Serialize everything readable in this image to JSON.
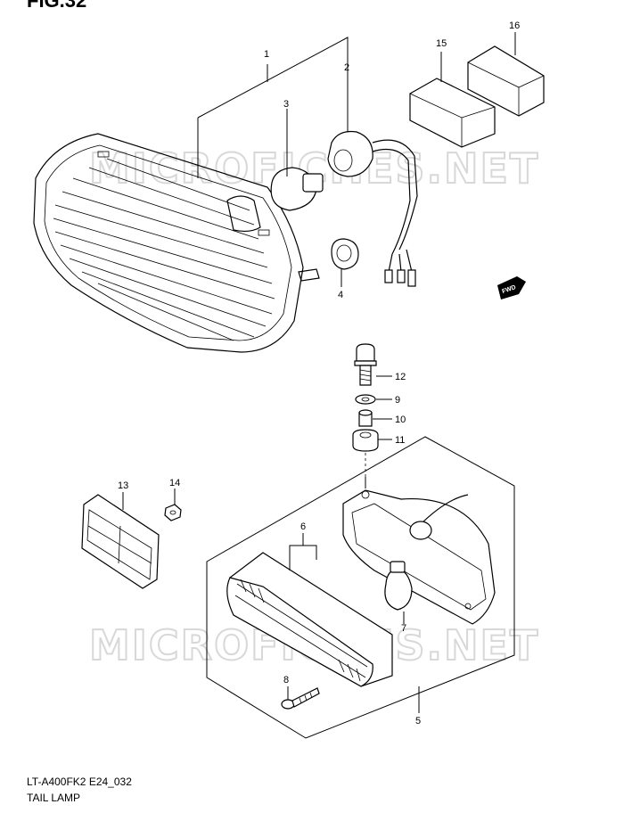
{
  "figure": {
    "title": "FIG.32",
    "caption_code": "LT-A400FK2 E24_032",
    "caption_name": "TAIL LAMP"
  },
  "watermark": {
    "text": "MICROFICHES.NET"
  },
  "direction_badge": {
    "text": "FWD"
  },
  "parts": [
    {
      "num": "1"
    },
    {
      "num": "2"
    },
    {
      "num": "3"
    },
    {
      "num": "4"
    },
    {
      "num": "5"
    },
    {
      "num": "6"
    },
    {
      "num": "7"
    },
    {
      "num": "8"
    },
    {
      "num": "9"
    },
    {
      "num": "10"
    },
    {
      "num": "11"
    },
    {
      "num": "12"
    },
    {
      "num": "13"
    },
    {
      "num": "14"
    },
    {
      "num": "15"
    },
    {
      "num": "16"
    }
  ]
}
